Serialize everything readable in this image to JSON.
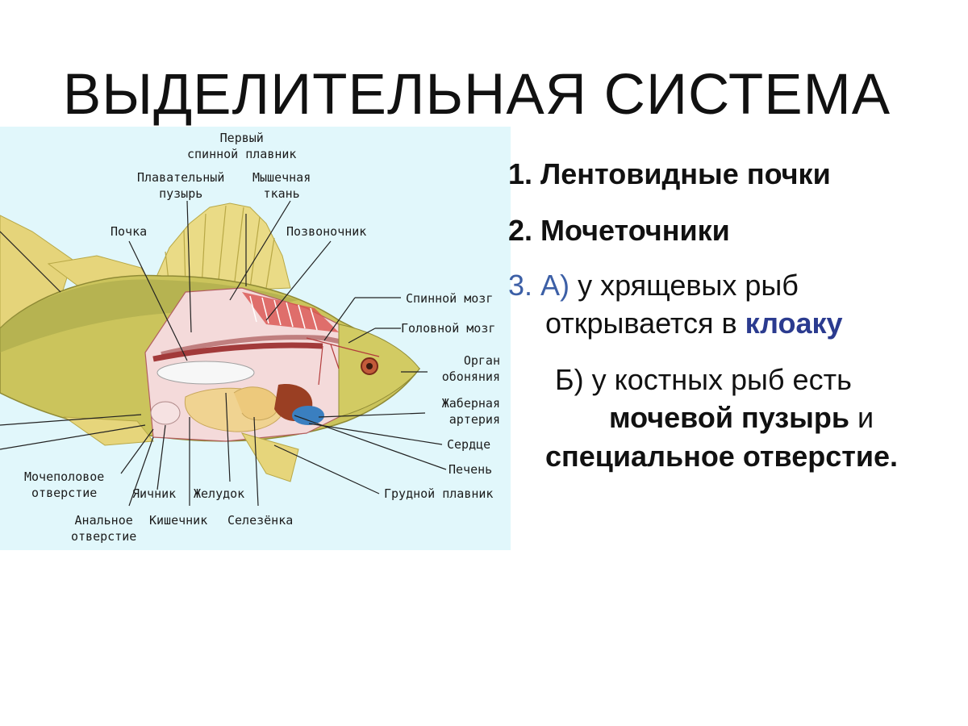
{
  "title": "ВЫДЕЛИТЕЛЬНАЯ СИСТЕМА",
  "colors": {
    "diagram_background": "#e1f7fb",
    "fish_body": "#c9c25a",
    "fins": "#e8d77a",
    "muscle": "#f3d5d5",
    "organs": "#f0d391",
    "heart_liver": "#9a3f23",
    "gill_artery": "#3a7fc0",
    "accent_blue": "#3c5fa6",
    "keyword": "#2b3b8f"
  },
  "diagram": {
    "labels": {
      "first_dorsal_fin": [
        "Первый",
        "спинной плавник"
      ],
      "swim_bladder": [
        "Плавательный",
        "пузырь"
      ],
      "muscle_tissue": [
        "Мышечная",
        "ткань"
      ],
      "kidney": "Почка",
      "spine": "Позвоночник",
      "spinal_cord": "Спинной мозг",
      "brain": "Головной мозг",
      "olfactory_organ": [
        "Орган",
        "обоняния"
      ],
      "gill_artery": [
        "Жаберная",
        "артерия"
      ],
      "heart": "Сердце",
      "liver": "Печень",
      "pectoral_fin": "Грудной плавник",
      "urogenital_opening": [
        "Мочеполовое",
        "отверстие"
      ],
      "ovary": "Яичник",
      "stomach": "Желудок",
      "anal_opening": [
        "Анальное",
        "отверстие"
      ],
      "intestine": "Кишечник",
      "spleen": "Селезёнка"
    }
  },
  "points": {
    "p1": "1. Лентовидные почки",
    "p2": "2. Мочеточники",
    "p3a_num": "3.",
    "p3a_letter": "А)",
    "p3a_text": "у хрящевых рыб",
    "p3a_line2": "открывается в",
    "p3a_keyword": "клоаку",
    "p3b_line1": "Б) у костных рыб есть",
    "p3b_keyword": "мочевой пузырь",
    "p3b_and": "и",
    "p3b_line3": "специальное отверстие."
  }
}
